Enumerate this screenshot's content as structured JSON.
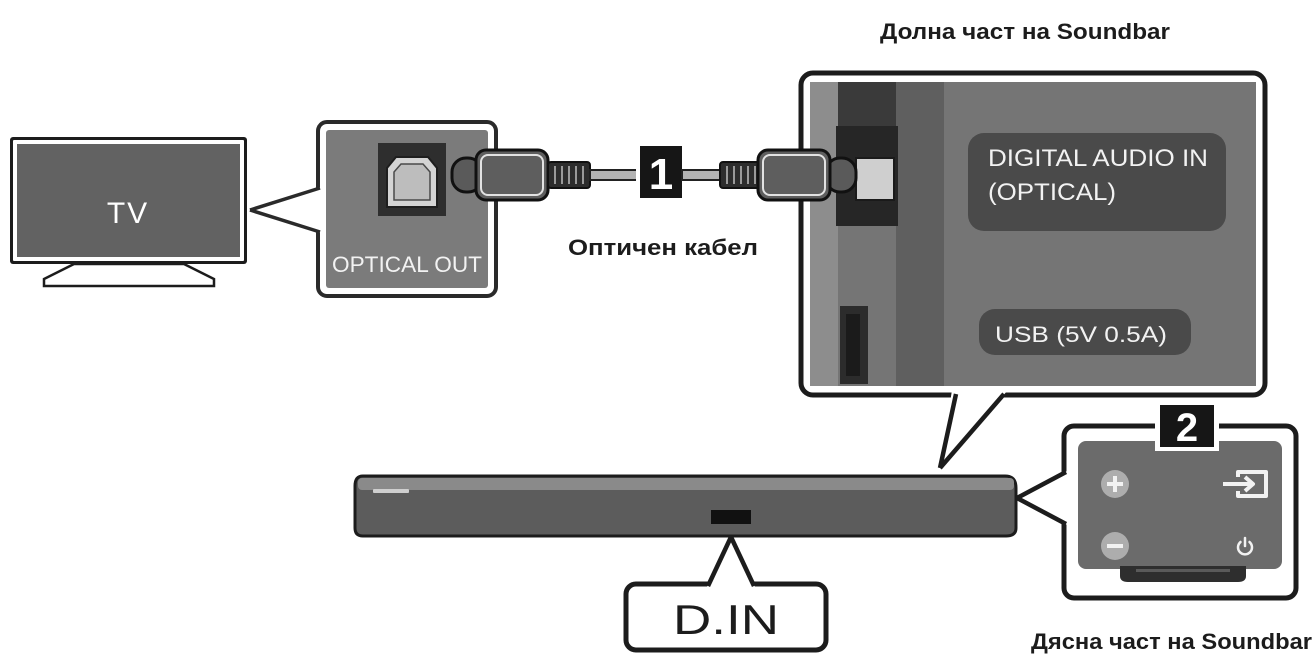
{
  "tv": {
    "label": "TV",
    "port_label": "OPTICAL OUT"
  },
  "cable": {
    "step": "1",
    "caption": "Оптичен кабел"
  },
  "soundbar_bottom": {
    "caption": "Долна част на Soundbar",
    "digital_in_line1": "DIGITAL AUDIO IN",
    "digital_in_line2": "(OPTICAL)",
    "usb_label": "USB (5V 0.5A)"
  },
  "soundbar_front": {
    "port_label": "D.IN"
  },
  "soundbar_right": {
    "step": "2",
    "caption": "Дясна част на Soundbar"
  },
  "icons": {
    "tv_optical_port": "optical-port-icon",
    "volume_up": "plus-icon",
    "volume_down": "minus-icon",
    "source": "input-source-icon",
    "power": "power-icon"
  },
  "colors": {
    "outline": "#1c1c1c",
    "panel": "#757575",
    "label_box": "#4a4a4a",
    "badge": "#161616",
    "soundbar_body": "#5c5c5c",
    "button_icon": "#f2f2f2"
  }
}
